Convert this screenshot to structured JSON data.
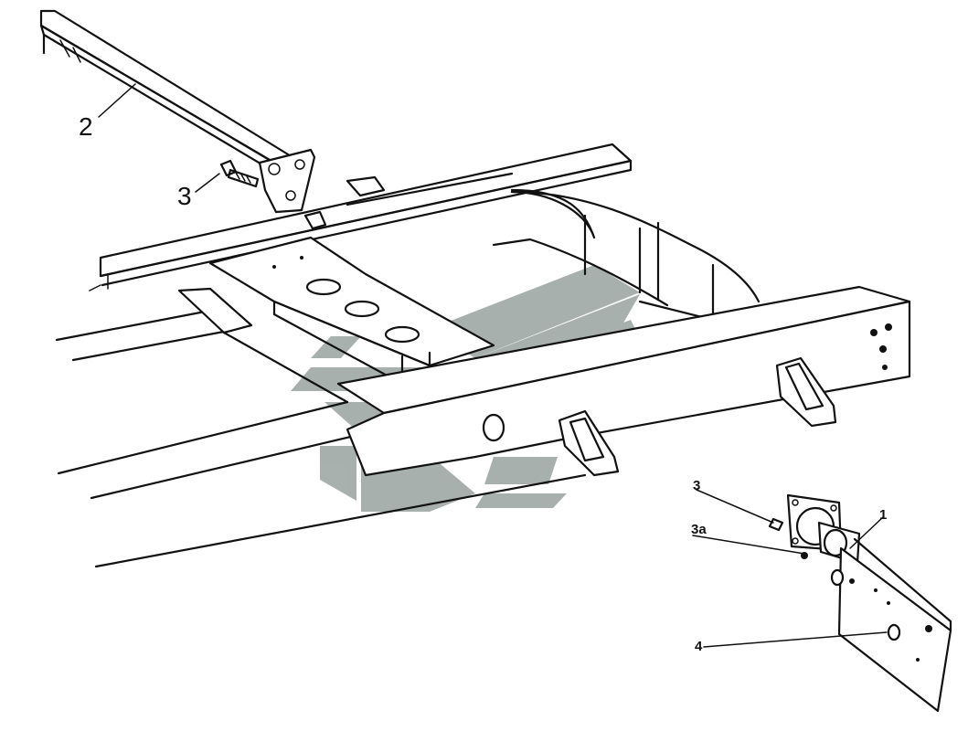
{
  "callouts": {
    "c1": "1",
    "c2": "2",
    "c3_left": "3",
    "c3_right": "3",
    "c3a": "3a",
    "c4": "4"
  },
  "watermark": {
    "color": "#9aa3a0"
  }
}
